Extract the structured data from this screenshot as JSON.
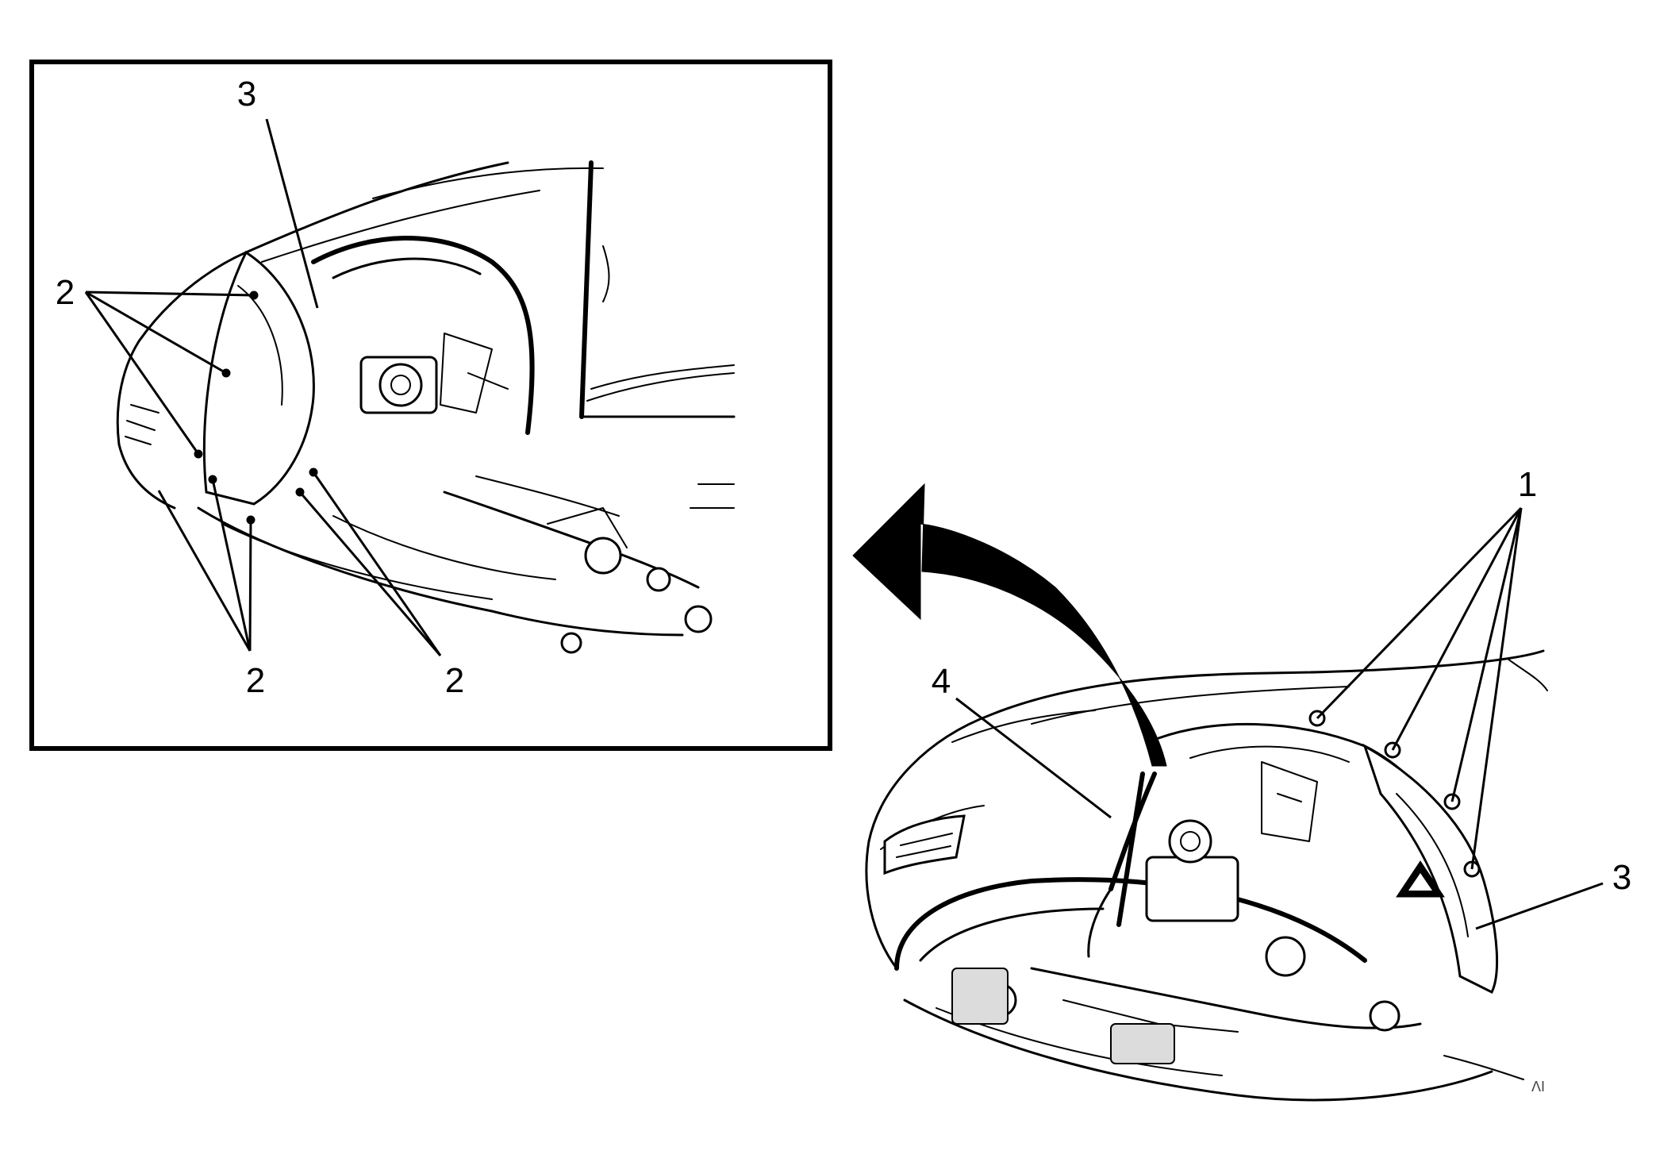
{
  "diagram": {
    "inset_callouts": {
      "three": "3",
      "two_left": "2",
      "two_bottom_left": "2",
      "two_bottom_right": "2"
    },
    "main_callouts": {
      "one": "1",
      "four": "4",
      "three": "3"
    },
    "art_id": "ΛΙ"
  }
}
